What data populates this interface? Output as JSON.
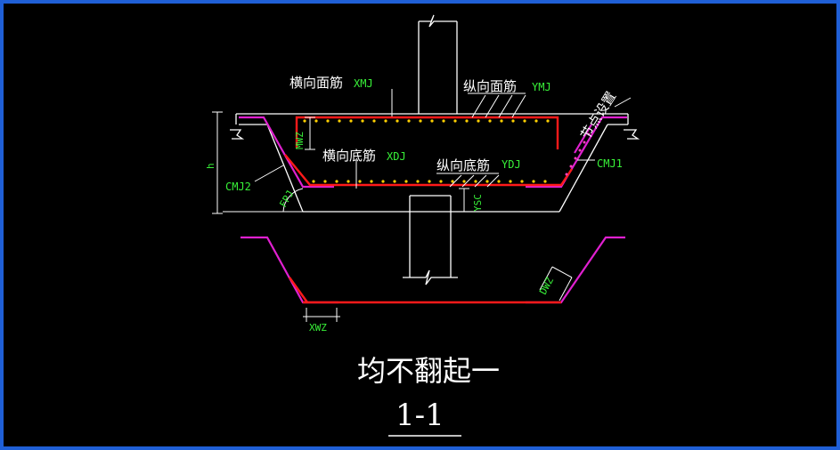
{
  "labels": {
    "transverse_top": "横向面筋",
    "transverse_top_code": "XMJ",
    "longitudinal_top": "纵向面筋",
    "longitudinal_top_code": "YMJ",
    "transverse_bottom": "横向底筋",
    "transverse_bottom_code": "XDJ",
    "longitudinal_bottom": "纵向底筋",
    "longitudinal_bottom_code": "YDJ",
    "node_setting": "节点设置",
    "mwz": "MWZ",
    "h": "h",
    "cmj2": "CMJ2",
    "cmj1": "CMJ1",
    "fpj": "FPJ",
    "ysc": "YSC",
    "dwz": "DWZ",
    "xwz": "XWZ"
  },
  "caption": "均不翻起一",
  "section_mark": "1-1",
  "colors": {
    "frame": "#1f5fd6",
    "background": "#000000",
    "rebar_red": "#ff1a1a",
    "rebar_magenta": "#e020d0",
    "dim_green": "#38f038",
    "dots_yellow": "#ffd000",
    "line_white": "#ffffff"
  }
}
